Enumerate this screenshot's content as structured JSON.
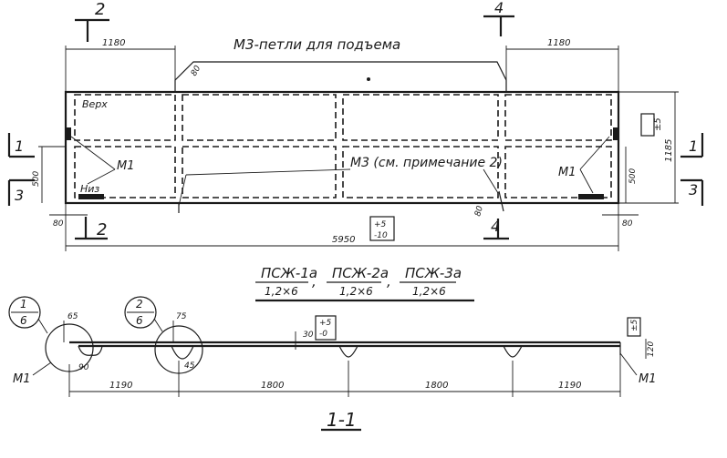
{
  "plan": {
    "section_mark_2": "2",
    "section_mark_4": "4",
    "section_mark_1": "1",
    "section_mark_3": "3",
    "dim_left_loop": "1180",
    "dim_right_loop": "1180",
    "loops_label": "М3-петли для подъема",
    "top_label": "Верх",
    "bottom_label": "Низ",
    "m1_label": "М1",
    "m3_note_label": "М3 (см. примечание 2)",
    "dim_left_500": "500",
    "dim_right_500": "500",
    "dim_left_80": "80",
    "dim_right_80": "80",
    "dim_loop_left": "80",
    "dim_loop_right": "80",
    "dim_length": "5950",
    "tol_length_top": "+5",
    "tol_length_bottom": "-10",
    "dim_height": "1185",
    "tol_height": "±5"
  },
  "marks": {
    "line1": "ПСЖ-1а",
    "line1_sub": "1,2×6",
    "line2": "ПСЖ-2а",
    "line2_sub": "1,2×6",
    "line3": "ПСЖ-3а",
    "line3_sub": "1,2×6",
    "separator": ","
  },
  "section": {
    "callout1_top": "1",
    "callout1_bottom": "6",
    "callout2_top": "2",
    "callout2_bottom": "6",
    "dim_65": "65",
    "dim_75": "75",
    "dim_30": "30",
    "dim_90": "90",
    "dim_45": "45",
    "dim_thk": "120",
    "tol_thk_top": "+5",
    "tol_thk_bottom": "-0",
    "tol_right": "±5",
    "m1_left": "М1",
    "m1_right": "М1",
    "dim_1190_left": "1190",
    "dim_1800_a": "1800",
    "dim_1800_b": "1800",
    "dim_1190_right": "1190",
    "section_title": "1-1"
  }
}
